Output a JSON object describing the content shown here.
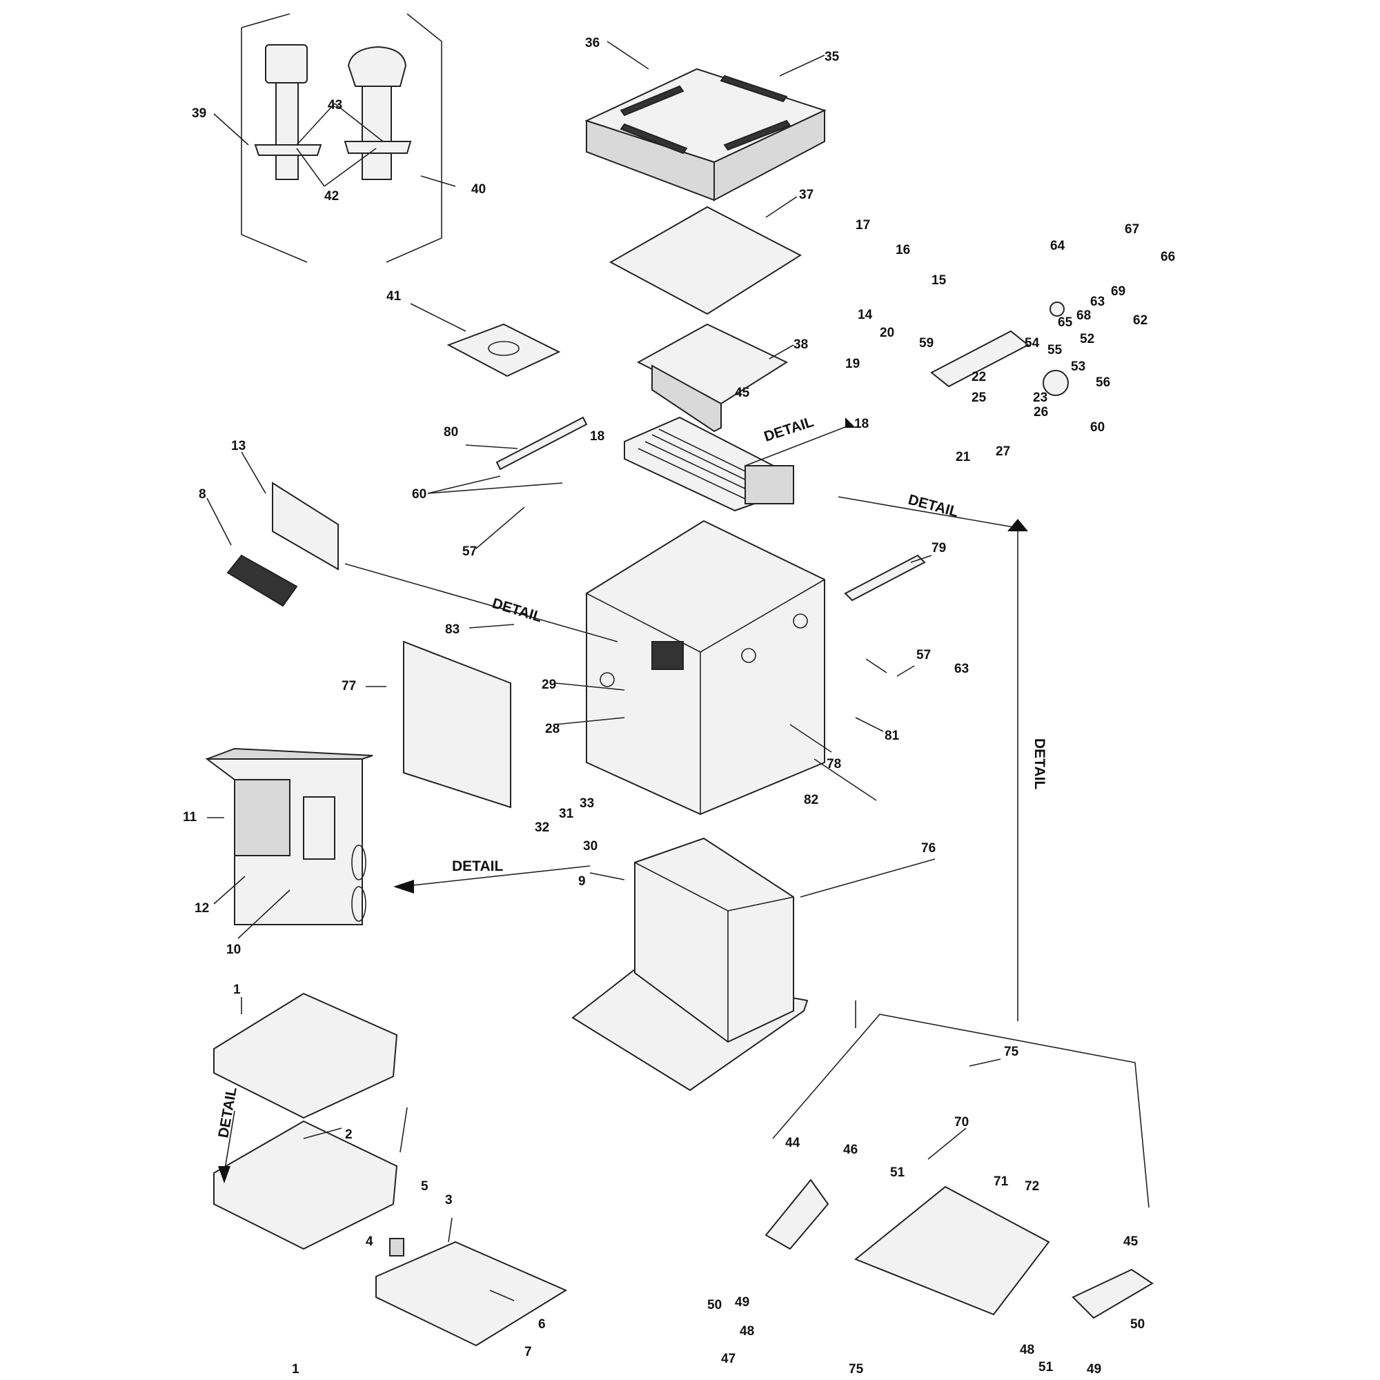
{
  "detail_text": "DETAIL",
  "callouts": [
    "1",
    "1",
    "2",
    "3",
    "4",
    "5",
    "6",
    "7",
    "8",
    "9",
    "10",
    "11",
    "12",
    "13",
    "14",
    "15",
    "16",
    "17",
    "18",
    "18",
    "19",
    "20",
    "21",
    "22",
    "23",
    "25",
    "26",
    "27",
    "28",
    "29",
    "30",
    "31",
    "32",
    "33",
    "35",
    "36",
    "37",
    "38",
    "39",
    "40",
    "41",
    "42",
    "43",
    "44",
    "45",
    "45",
    "46",
    "47",
    "48",
    "48",
    "49",
    "49",
    "50",
    "50",
    "51",
    "51",
    "52",
    "53",
    "54",
    "55",
    "56",
    "57",
    "57",
    "59",
    "60",
    "60",
    "62",
    "63",
    "63",
    "64",
    "65",
    "66",
    "67",
    "68",
    "69",
    "70",
    "71",
    "72",
    "75",
    "75",
    "76",
    "77",
    "78",
    "79",
    "80",
    "81",
    "82",
    "83"
  ]
}
